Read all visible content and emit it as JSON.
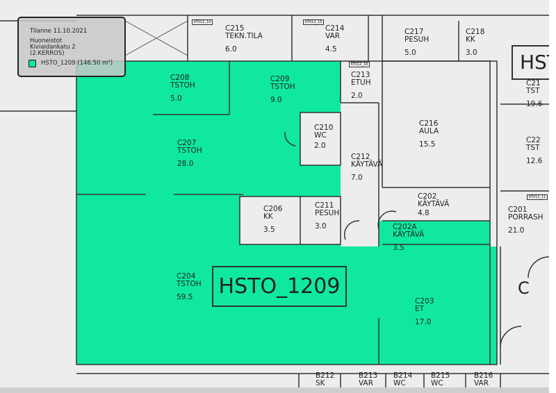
{
  "legend": {
    "date": "Tilanne 11.10.2021",
    "layer": "Huoneistot",
    "address": "Kiviaidankatu 2",
    "floor": "(2.KERROS)",
    "item": "HSTO_1209 (146.50 m²)",
    "color": "#10e8a0"
  },
  "apartment_label": "HSTO_1209",
  "apartment_label_right": "HSTO",
  "tags": [
    "KT012_14",
    "KT012_15",
    "KT012_16",
    "KT012_11"
  ],
  "rooms": [
    {
      "id": "C215",
      "type": "TEKN.TILA",
      "area": "6.0"
    },
    {
      "id": "C214",
      "type": "VAR",
      "area": "4.5"
    },
    {
      "id": "C217",
      "type": "PESUH",
      "area": "5.0"
    },
    {
      "id": "C218",
      "type": "KK",
      "area": "3.0"
    },
    {
      "id": "C208",
      "type": "TSTOH",
      "area": "5.0"
    },
    {
      "id": "C209",
      "type": "TSTOH",
      "area": "9.0"
    },
    {
      "id": "C213",
      "type": "ETUH",
      "area": "2.0"
    },
    {
      "id": "C216",
      "type": "AULA",
      "area": "15.5"
    },
    {
      "id": "C210",
      "type": "WC",
      "area": "2.0"
    },
    {
      "id": "C207",
      "type": "TSTOH",
      "area": "28.0"
    },
    {
      "id": "C212",
      "type": "KÄYTÄVÄ",
      "area": "7.0"
    },
    {
      "id": "C206",
      "type": "KK",
      "area": "3.5"
    },
    {
      "id": "C211",
      "type": "PESUH",
      "area": "3.0"
    },
    {
      "id": "C202",
      "type": "KÄYTÄVÄ",
      "area": "4.8"
    },
    {
      "id": "C202A",
      "type": "KÄYTÄVÄ",
      "area": "3.5"
    },
    {
      "id": "C201",
      "type": "PORRASH",
      "area": "21.0"
    },
    {
      "id": "C204",
      "type": "TSTOH",
      "area": "59.5"
    },
    {
      "id": "C203",
      "type": "ET",
      "area": "17.0"
    },
    {
      "id": "C21",
      "type": "TST",
      "area": "19.6"
    },
    {
      "id": "C22",
      "type": "TST",
      "area": "12.6"
    }
  ],
  "stair_label": "C",
  "lower_rooms": [
    {
      "id": "B212",
      "type": "SK"
    },
    {
      "id": "B213",
      "type": "VAR"
    },
    {
      "id": "B214",
      "type": "WC"
    },
    {
      "id": "B215",
      "type": "WC"
    },
    {
      "id": "B216",
      "type": "VAR"
    }
  ]
}
